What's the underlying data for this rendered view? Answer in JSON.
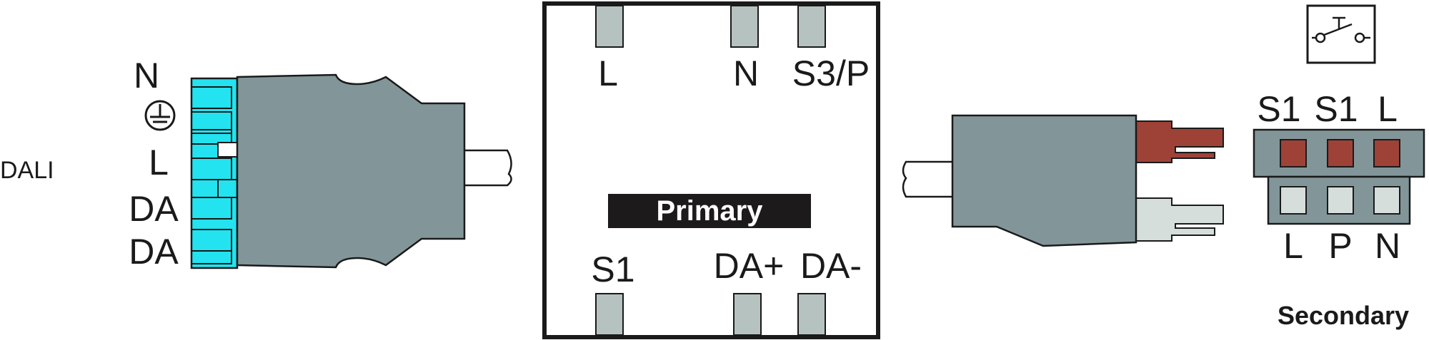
{
  "left_connector": {
    "side_label": "DALI",
    "pin_labels": [
      "N",
      "L",
      "DA",
      "DA"
    ],
    "earth_symbol": "ground-icon",
    "colors": {
      "terminal": "#22e3ef",
      "body": "#82969a",
      "cable": "#ffffff"
    }
  },
  "primary_box": {
    "title": "Primary",
    "top_terminals": [
      "L",
      "N",
      "S3/P"
    ],
    "bottom_terminals": [
      "S1",
      "DA+",
      "DA-"
    ],
    "colors": {
      "terminal": "#b6c2c0",
      "title_bg": "#1c1a1a",
      "title_text": "#ffffff"
    }
  },
  "right_plug": {
    "colors": {
      "body": "#82969a",
      "upper_pin": "#9e4238",
      "lower_pin": "#d6dedc"
    }
  },
  "secondary": {
    "title": "Secondary",
    "switch_icon": "switch-icon",
    "top_labels": [
      "S1",
      "S1",
      "L"
    ],
    "bottom_labels": [
      "L",
      "P",
      "N"
    ],
    "colors": {
      "upper_sockets": "#9e4238",
      "lower_sockets": "#d6dedc",
      "housing": "#82969a"
    }
  }
}
